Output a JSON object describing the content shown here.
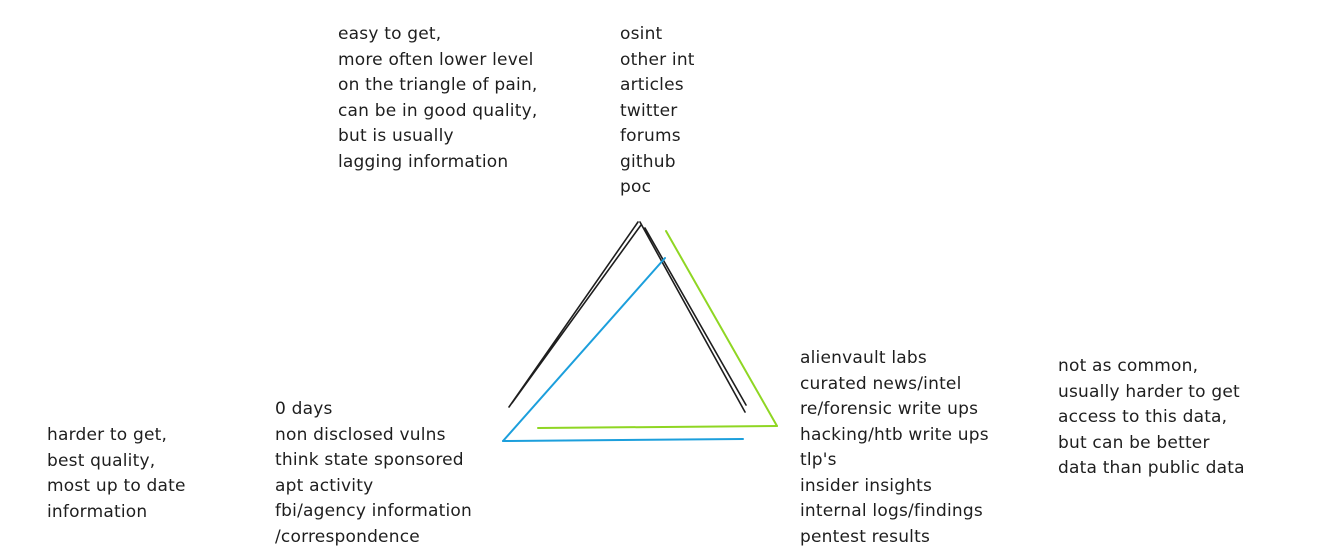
{
  "colors": {
    "ink": "#1e1e1e",
    "blue_line": "#1c9fdc",
    "green_line": "#8fd623"
  },
  "notes": {
    "top_left": [
      "easy to get,",
      "more often lower level",
      "on the triangle of pain,",
      "can be in good quality,",
      "but is usually",
      "lagging information"
    ],
    "top_right": [
      "osint",
      "other int",
      "articles",
      "twitter",
      "forums",
      "github",
      "poc"
    ],
    "right_inner": [
      "alienvault labs",
      "curated news/intel",
      "re/forensic write ups",
      "hacking/htb write ups",
      "tlp's",
      "insider insights",
      "internal logs/findings",
      "pentest results"
    ],
    "right_outer": [
      "not as common,",
      "usually harder to get",
      "access to this data,",
      "but can be better",
      "data than public data"
    ],
    "left_inner": [
      "0 days",
      "non disclosed vulns",
      "think state sponsored",
      "apt activity",
      "fbi/agency information",
      "/correspondence"
    ],
    "left_outer": [
      "harder to get,",
      "best quality,",
      "most up to date",
      "information"
    ]
  }
}
